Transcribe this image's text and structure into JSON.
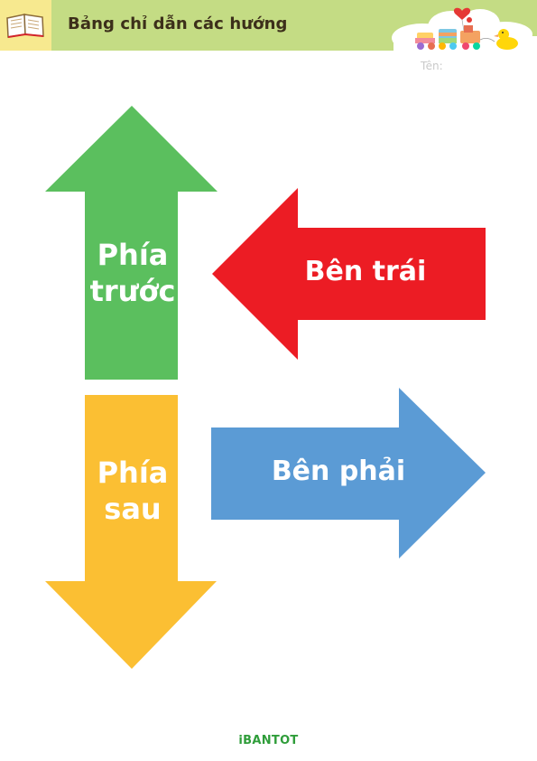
{
  "header": {
    "title": "Bảng chỉ dẫn các hướng",
    "icons": [
      "book-icon",
      "toy-train-icon",
      "duck-icon",
      "heart-icon",
      "balloon-icon"
    ],
    "color": "#c4dc84",
    "icon_box_color": "#f7e98f"
  },
  "name_field": {
    "label": "Tên:"
  },
  "arrows": {
    "front": {
      "label_line1": "Phía",
      "label_line2": "trước",
      "color": "#5bbf5e"
    },
    "back": {
      "label_line1": "Phía",
      "label_line2": "sau",
      "color": "#fbbf33"
    },
    "left": {
      "label": "Bên trái",
      "color": "#ec1c24"
    },
    "right": {
      "label": "Bên phải",
      "color": "#5b9bd5"
    }
  },
  "footer": {
    "brand": "iBANTOT",
    "color": "#2f9d3a"
  }
}
